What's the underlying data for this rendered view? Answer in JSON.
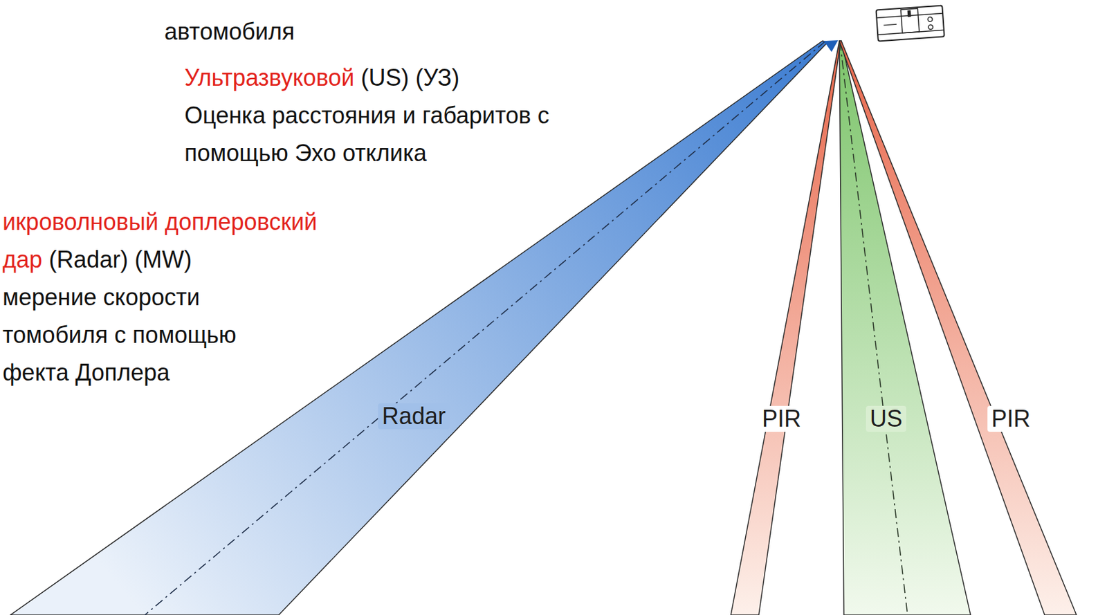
{
  "diagram": {
    "labels": [
      "автомобиля",
      "Ультразвуковой",
      "(US) (УЗ)",
      "Оценка расстояния и габаритов с помощью Эхо отклика",
      "икроволновый доплеровский дар",
      "(Radar) (MW)",
      "мерение скорости томобиля с помощью фекта Доплера",
      "Radar",
      "PIR",
      "US",
      "PIR"
    ]
  }
}
